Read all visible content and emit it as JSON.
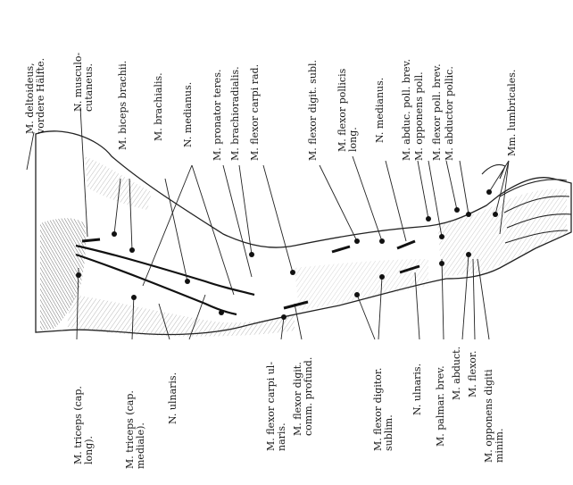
{
  "labels": {
    "deltoideus": "M. deltoideus,\nvordere Hälfte.",
    "musculocutaneus": "N. musculo-\ncutaneus.",
    "biceps": "M. biceps brachii.",
    "brachialis": "M. brachialis.",
    "medianus_upper": "N. medianus.",
    "pronator": "M. pronator teres.",
    "brachioradialis": "M. brachioradialis.",
    "flexor_carpi_rad": "M. flexor carpi rad.",
    "flexor_digit_subl": "M. flexor digit. subl.",
    "flexor_pollicis_long": "M. flexor pollicis\nlong.",
    "medianus_lower": "N. medianus.",
    "abduc_poll": "M. abduc. poll. brev.",
    "opponens_poll": "M. opponens poll.",
    "flexor_poll_brev": "M. flexor poll. brev.",
    "abductor_pollic": "M. abductor pollic.",
    "lumbricales": "Mm. lumbricales.",
    "triceps_long": "M. triceps (cap.\nlong).",
    "triceps_med": "M. triceps (cap.\nmediale).",
    "ulnaris_upper": "N. ulnaris.",
    "flexor_carpi_uln": "M. flexor carpi ul-\nnaris.",
    "flexor_digit_comm": "M. flexor digit.\ncomm. profund.",
    "flexor_digitor_subl": "M. flexor digitor.\nsublim.",
    "ulnaris_lower": "N. ulnaris.",
    "palmar_brev": "M. palmar. brev.",
    "abduct": "M. abduct.",
    "flexor": "M. flexor.",
    "opponens_digiti": "M. opponens digiti\nminim."
  }
}
